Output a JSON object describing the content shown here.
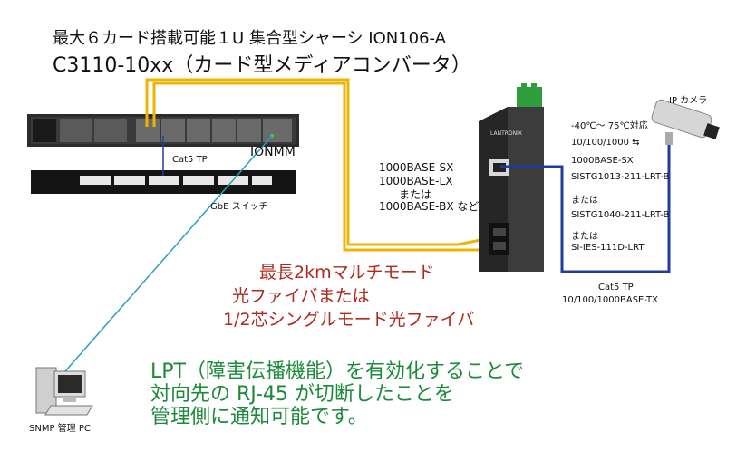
{
  "title": {
    "line1": "最大６カード搭載可能１U 集合型シャーシ ION106-A",
    "line2": "C3110-10xx（カード型メディアコンバータ）"
  },
  "labels": {
    "ionmm": "IONMM",
    "cat5_tp_top": "Cat5 TP",
    "gbe_switch": "GbE スイッチ",
    "snmp_pc": "SNMP 管理 PC",
    "ip_camera": "IP カメラ",
    "fiber_types": [
      "1000BASE-SX",
      "1000BASE-LX",
      "または",
      "1000BASE-BX など"
    ],
    "spec_lines": [
      "-40℃～ 75℃対応",
      "10/100/1000 ⇆",
      "1000BASE-SX",
      "SISTG1013-211-LRT-B",
      "または",
      "SISTG1040-211-LRT-B",
      "または",
      "SI-IES-111D-LRT"
    ],
    "cat5_tp_bottom": "Cat5 TP",
    "tx_label": "10/100/1000BASE-TX",
    "device_brand": "LANTRONIX"
  },
  "red_text": [
    "最長2kmマルチモード",
    "光ファイバまたは",
    "1/2芯シングルモード光ファイバ"
  ],
  "green_text": [
    "LPT（障害伝播機能）を有効化することで",
    "対向先の RJ-45 が切断したことを",
    "管理側に通知可能です。"
  ],
  "colors": {
    "fiber": "#f0b400",
    "copper": "#1f3d9e",
    "mgmt_line": "#2a9dc0",
    "red": "#b0281e",
    "green": "#1b8a3a"
  }
}
